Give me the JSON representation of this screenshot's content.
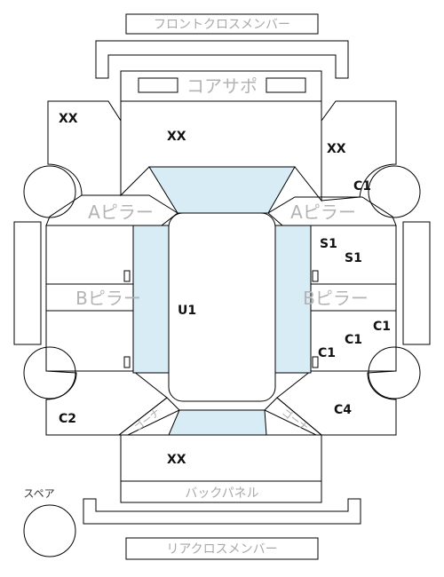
{
  "labels": {
    "front_cross_member": "フロントクロスメンバー",
    "core_support": "コアサポ",
    "a_pillar_left": "Aピラー",
    "a_pillar_right": "Aピラー",
    "b_pillar_left": "Bピラー",
    "b_pillar_right": "Bピラー",
    "back_panel": "バックパネル",
    "rear_cross_member": "リアクロスメンバー",
    "spare": "スペア",
    "corner_left": "ゴーナ",
    "corner_right": "ゴーナ"
  },
  "codes": {
    "front_left": "XX",
    "hood": "XX",
    "front_right": "XX",
    "a_pillar_right": "C1",
    "front_door_right_a": "S1",
    "front_door_right_b": "S1",
    "roof": "U1",
    "rear_door_right_a": "C1",
    "rear_door_right_b": "C1",
    "rear_door_right_c": "C1",
    "quarter_left": "C2",
    "quarter_right": "C4",
    "trunk": "XX"
  },
  "colors": {
    "line": "#000000",
    "glass": "#d7ecf4",
    "label_gray": "#a9a9a9"
  }
}
